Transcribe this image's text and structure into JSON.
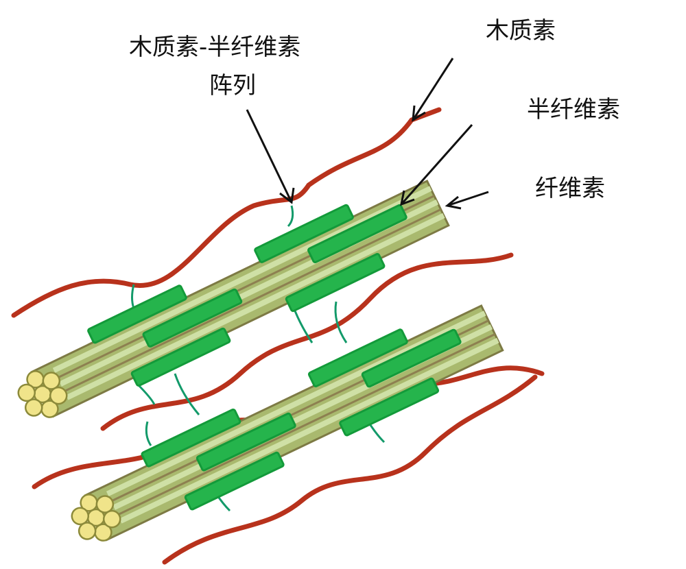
{
  "labels": {
    "lignin_hemicellulose_array_line1": "木质素-半纤维素",
    "lignin_hemicellulose_array_line2": "阵列",
    "lignin": "木质素",
    "hemicellulose": "半纤维素",
    "cellulose": "纤维素"
  },
  "colors": {
    "lignin": "#b8321c",
    "hemicellulose": "#25b44c",
    "cellulose_rod": "#a9b96e",
    "cellulose_fibril_end": "#f0e48a",
    "linker": "#139a6a"
  }
}
